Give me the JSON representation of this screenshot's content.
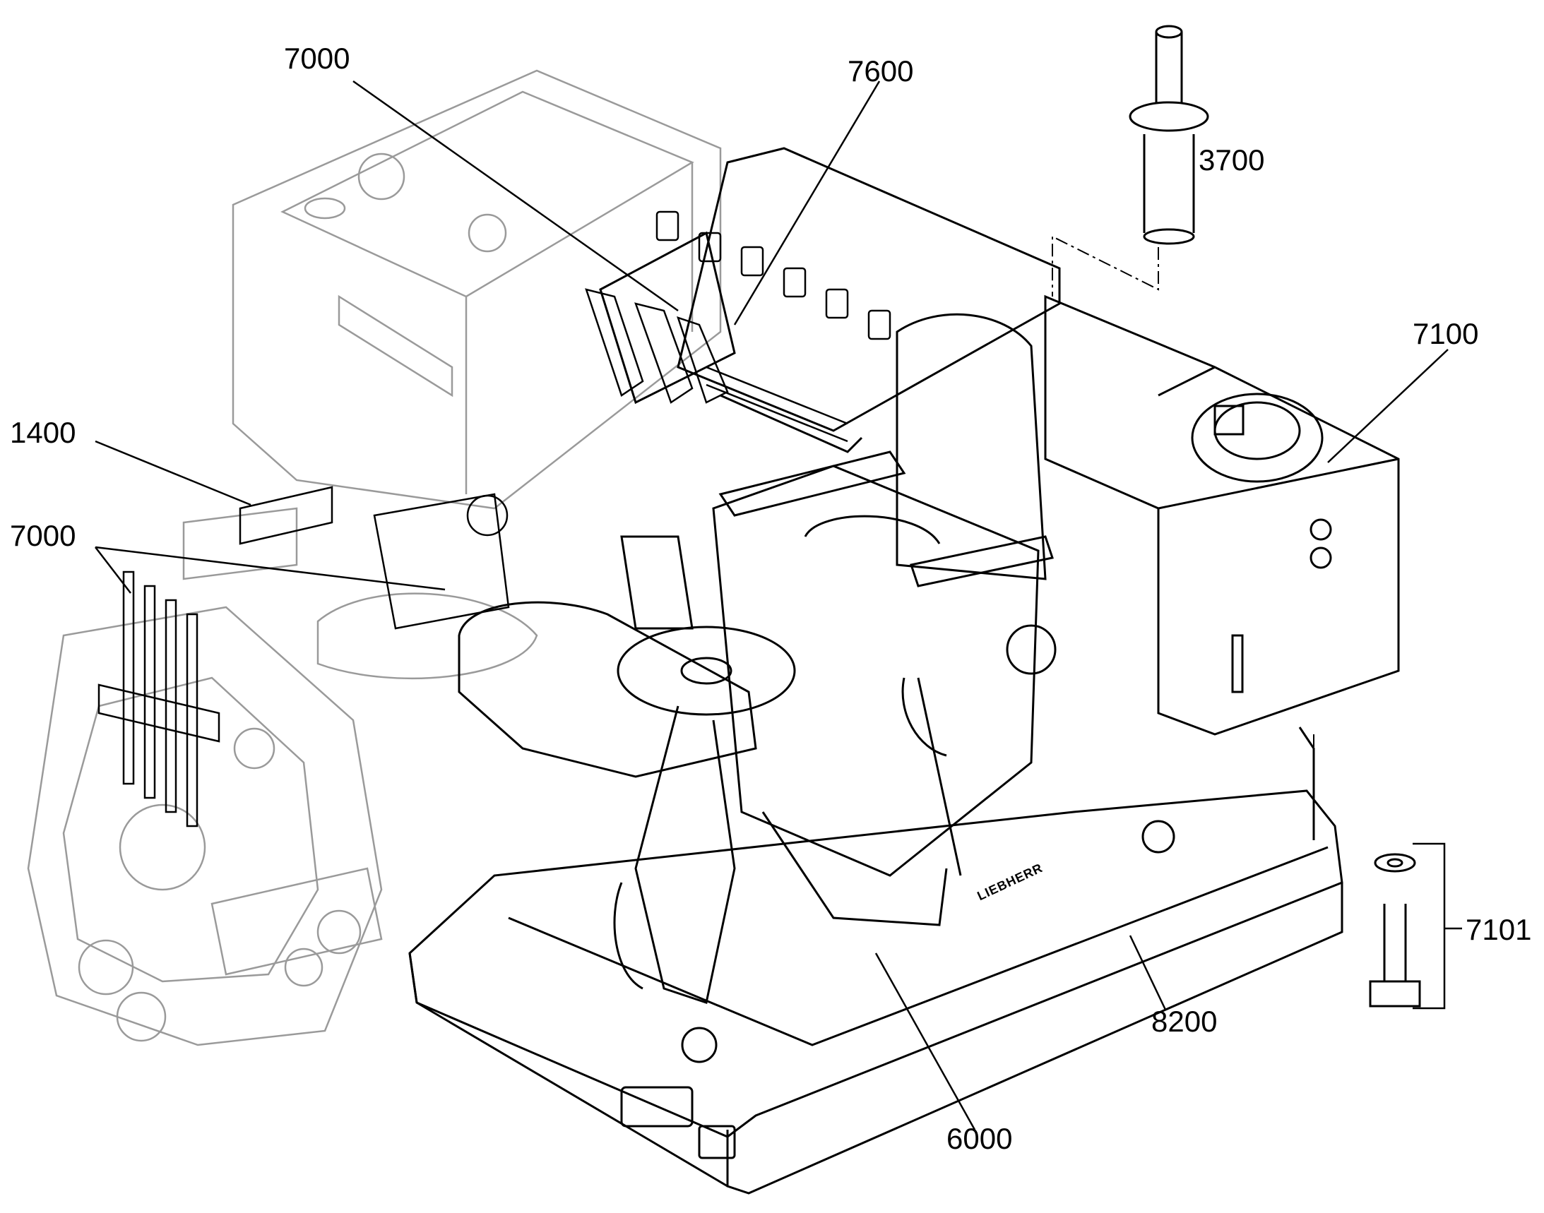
{
  "diagram": {
    "callouts": [
      {
        "id": "c-7000-top",
        "label": "7000"
      },
      {
        "id": "c-7600",
        "label": "7600"
      },
      {
        "id": "c-3700",
        "label": "3700"
      },
      {
        "id": "c-7100",
        "label": "7100"
      },
      {
        "id": "c-1400",
        "label": "1400"
      },
      {
        "id": "c-7000-left",
        "label": "7000"
      },
      {
        "id": "c-7101",
        "label": "7101"
      },
      {
        "id": "c-8200",
        "label": "8200"
      },
      {
        "id": "c-6000",
        "label": "6000"
      }
    ],
    "brand": "LIEBHERR",
    "colors": {
      "line": "#000000",
      "ghost": "#9a9a9a",
      "background": "#ffffff"
    }
  }
}
